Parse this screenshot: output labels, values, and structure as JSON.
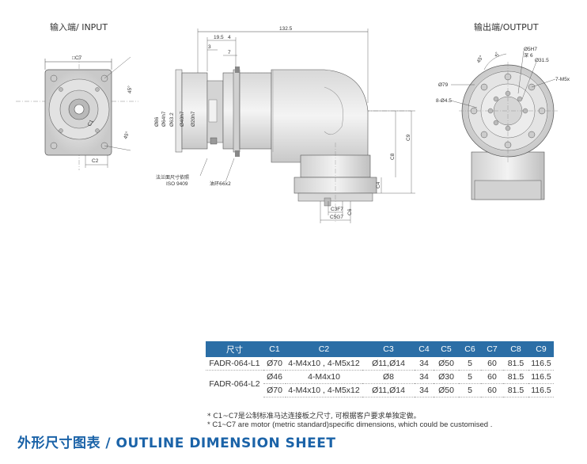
{
  "input_label": "输入端/ INPUT",
  "output_label": "输出端/OUTPUT",
  "input_dims": {
    "c7": "□C7",
    "c2": "C2",
    "c1": "C1",
    "deg45a": "45°",
    "deg45b": "45°"
  },
  "side_dims": {
    "d132_5": "132.5",
    "d19_5": "19.5",
    "d4": "4",
    "d3": "3",
    "d7": "7",
    "d86": "Ø86",
    "d64": "Ø64h7",
    "d63_2": "Ø63.2",
    "d40": "Ø40h7",
    "d20": "Ø20h7",
    "c9": "C9",
    "c8": "C8",
    "c4": "C4",
    "c3": "C3F7",
    "c6": "C6",
    "c5": "C5G7",
    "flange_note_cn": "法兰面尺寸依照",
    "flange_note_iso": "ISO 9409",
    "oil_ring": "油环66x2"
  },
  "output_dims": {
    "d5h7": "Ø5H7",
    "depth6": "深 6",
    "d31_5": "Ø31.5",
    "m5": "7-M5x",
    "d79": "Ø79",
    "holes": "8-Ø4.5",
    "deg45": "45°",
    "deg5": "5°"
  },
  "table": {
    "headers": [
      "尺寸",
      "C1",
      "C2",
      "C3",
      "C4",
      "C5",
      "C6",
      "C7",
      "C8",
      "C9"
    ],
    "rows": [
      {
        "model": "FADR-064-L1",
        "c1": "Ø70",
        "c2": "4-M4x10 , 4-M5x12",
        "c3": "Ø11,Ø14",
        "c4": "34",
        "c5": "Ø50",
        "c6": "5",
        "c7": "60",
        "c8": "81.5",
        "c9": "116.5"
      },
      {
        "model": "FADR-064-L2",
        "c1": "Ø46",
        "c2": "4-M4x10",
        "c3": "Ø8",
        "c4": "34",
        "c5": "Ø30",
        "c6": "5",
        "c7": "60",
        "c8": "81.5",
        "c9": "116.5"
      },
      {
        "model": "",
        "c1": "Ø70",
        "c2": "4-M4x10 , 4-M5x12",
        "c3": "Ø11,Ø14",
        "c4": "34",
        "c5": "Ø50",
        "c6": "5",
        "c7": "60",
        "c8": "81.5",
        "c9": "116.5"
      }
    ]
  },
  "notes": {
    "cn": "* C1~C7是公制标准马达连接板之尺寸, 可根据客户要求单独定做。",
    "en": "* C1~C7 are motor (metric standard)specific dimensions, which could be customised ."
  },
  "sheet_title": "外形尺寸图表 / OUTLINE DIMENSION SHEET",
  "colors": {
    "header_bg": "#2b6ea6",
    "title": "#1b63a8"
  }
}
